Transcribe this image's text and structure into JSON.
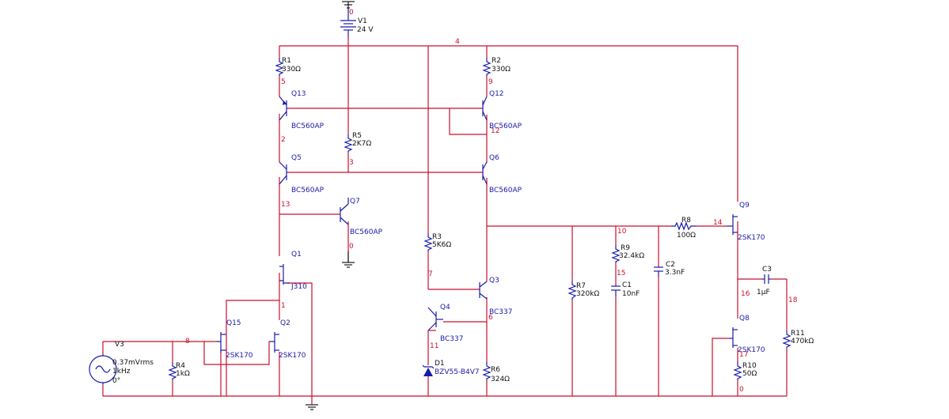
{
  "colors": {
    "wire": "#c8102e",
    "component": "#1a1aa8",
    "text": "#111111",
    "ground": "#1a1a1a"
  },
  "supply": {
    "name": "V1",
    "value": "24 V",
    "node": "0"
  },
  "source": {
    "name": "V3",
    "amplitude": "0.37mVrms",
    "frequency": "1kHz",
    "phase": "0°"
  },
  "resistors": {
    "R1": {
      "name": "R1",
      "value": "330Ω"
    },
    "R2": {
      "name": "R2",
      "value": "330Ω"
    },
    "R3": {
      "name": "R3",
      "value": "5K6Ω"
    },
    "R4": {
      "name": "R4",
      "value": "1kΩ"
    },
    "R5": {
      "name": "R5",
      "value": "2K7Ω"
    },
    "R6": {
      "name": "R6",
      "value": "324Ω"
    },
    "R7": {
      "name": "R7",
      "value": "320kΩ"
    },
    "R8": {
      "name": "R8",
      "value": "100Ω"
    },
    "R9": {
      "name": "R9",
      "value": "32.4kΩ"
    },
    "R10": {
      "name": "R10",
      "value": "50Ω"
    },
    "R11": {
      "name": "R11",
      "value": "470kΩ"
    }
  },
  "capacitors": {
    "C1": {
      "name": "C1",
      "value": "10nF"
    },
    "C2": {
      "name": "C2",
      "value": "3.3nF"
    },
    "C3": {
      "name": "C3",
      "value": "1µF"
    }
  },
  "diode": {
    "name": "D1",
    "part": "BZV55-B4V7"
  },
  "transistors": {
    "Q1": {
      "name": "Q1",
      "part": "J310"
    },
    "Q2": {
      "name": "Q2",
      "part": "2SK170"
    },
    "Q3": {
      "name": "Q3",
      "part": "BC337"
    },
    "Q4": {
      "name": "Q4",
      "part": "BC337"
    },
    "Q5": {
      "name": "Q5",
      "part": "BC560AP"
    },
    "Q6": {
      "name": "Q6",
      "part": "BC560AP"
    },
    "Q7": {
      "name": "Q7",
      "part": "BC560AP"
    },
    "Q8": {
      "name": "Q8",
      "part": "2SK170"
    },
    "Q9": {
      "name": "Q9",
      "part": "2SK170"
    },
    "Q12": {
      "name": "Q12",
      "part": "BC560AP"
    },
    "Q13": {
      "name": "Q13",
      "part": "BC560AP"
    },
    "Q15": {
      "name": "Q15",
      "part": "2SK170"
    }
  },
  "nodes": {
    "n0_supply": "0",
    "n4": "4",
    "n5": "5",
    "n9": "9",
    "n12": "12",
    "n2": "2",
    "n3": "3",
    "n13": "13",
    "n0_q7": "0",
    "n1": "1",
    "n8": "8",
    "n7": "7",
    "n6": "6",
    "n11": "11",
    "n10": "10",
    "n14": "14",
    "n15": "15",
    "n16": "16",
    "n18": "18",
    "n17": "17",
    "n0_bottom": "0"
  }
}
